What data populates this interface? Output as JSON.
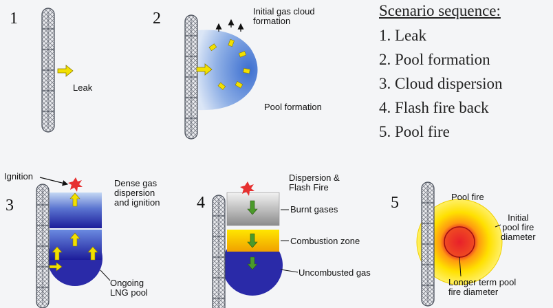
{
  "panel_numbers": [
    "1",
    "2",
    "3",
    "4",
    "5"
  ],
  "labels": {
    "leak": "Leak",
    "initial_gas_cloud": [
      "Initial gas cloud",
      "formation"
    ],
    "pool_formation": "Pool formation",
    "ignition": "Ignition",
    "dense_gas": [
      "Dense gas",
      "dispersion",
      "and ignition"
    ],
    "ongoing_pool": [
      "Ongoing",
      "LNG pool"
    ],
    "dispersion_flash": [
      "Dispersion &",
      "Flash Fire"
    ],
    "burnt_gases": "Burnt gases",
    "combustion_zone": "Combustion zone",
    "uncombusted_gas": "Uncombusted gas",
    "pool_fire": "Pool fire",
    "initial_diameter": [
      "Initial",
      "pool fire",
      "diameter"
    ],
    "longer_term": [
      "Longer term pool",
      "fire diameter"
    ]
  },
  "sequence": {
    "title": "Scenario sequence:",
    "items": [
      "1. Leak",
      "2. Pool formation",
      "3. Cloud dispersion",
      "4. Flash fire back",
      "5. Pool fire"
    ]
  },
  "colors": {
    "arrow_yellow": "#f2e000",
    "arrow_green": "#4a9a2a",
    "pool_blue": "#2a2aa8",
    "cloud_light": "#dbe6f6",
    "fire_yellow": "#ffe000",
    "fire_red": "#e8202a",
    "spark_red": "#e63030"
  }
}
